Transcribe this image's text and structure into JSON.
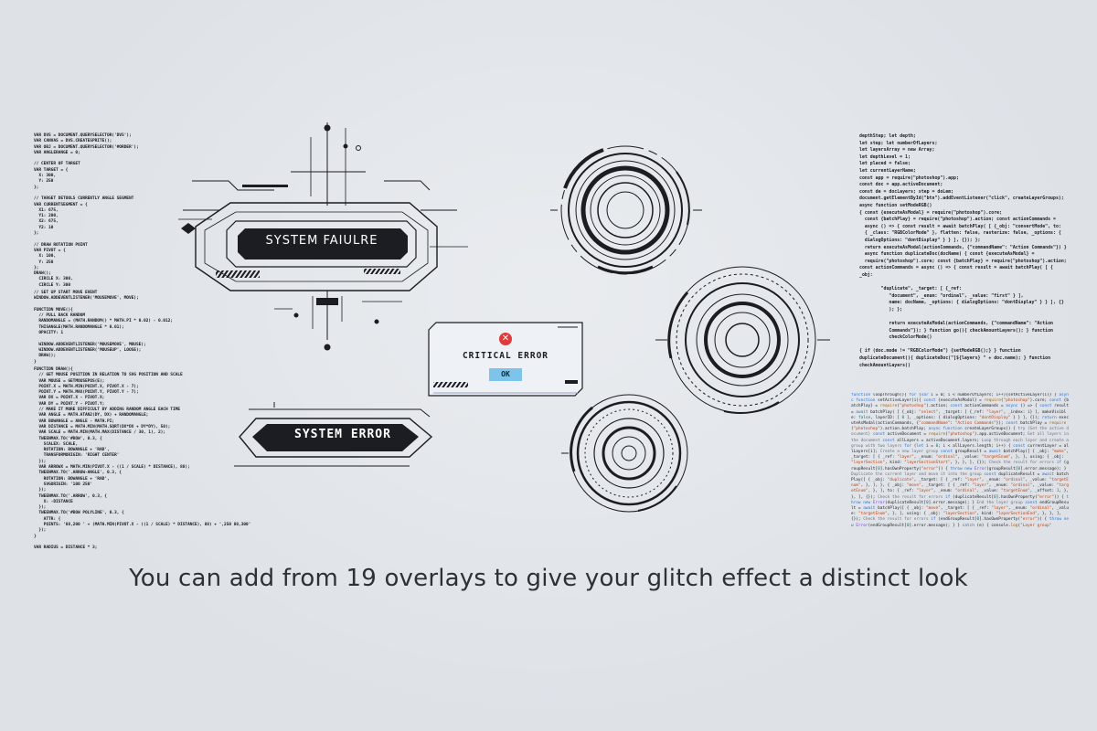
{
  "panels": {
    "system_failure": {
      "label": "SYSTEM FAIULRE"
    },
    "critical_error_dialog": {
      "title": "CRITICAL ERROR",
      "ok_label": "OK",
      "icon": "close-circle-icon",
      "icon_color": "#e03a3a",
      "button_color": "#7cc4ea"
    },
    "system_error": {
      "label": "SYSTEM ERROR"
    }
  },
  "caption": "You can add from 19 overlays to give your glitch effect a distinct look",
  "colors": {
    "background": "#dee2e7",
    "ink": "#1b1d22",
    "text": "#2d3035"
  },
  "code": {
    "left_1": "VAR DVS = DOCUMENT.QUERYSELECTOR('DVS');\nVAR CANVAS = DVS.CREATESPRITE();\nVAR OBJ = DOCUMENT.QUERYSELECTOR('#ORDER');\nVAR ANGLERANGE = 0;\n\n// CENTER OF TARGET\nVAR TARGET = {\n  X: 300,\n  Y: 250\n};\n\n// TARGET DETOOLS CURRENTLY ANGLE SEGMENT\nVAR CURRENTSEGMENT = {\n  X1: 675,\n  Y1: 200,\n  X2: 675,\n  Y2: 10\n};\n\n// DRAW ROTATION POINT\nVAR PIVOT = {\n  X: 100,\n  Y: 250\n};\nDRAW();\n  CIRCLE X: 300,\n  CIRCLE Y: 300\n\n",
    "left_2": "// SET UP START MOVE EVENT\nWINDOW.ADDEVENTLISTENER('MOUSEMOVE', MOVE);\n\nFUNCTION MOVE(){\n  // PULL BACK RANDOM\n  RANDOMANGLE = (MATH.RANDOM() * MATH.PI * 0.02) - 0.012;\n  THISANGLE(MATH.RANDOMANGLE * 0.01);\n  OPACITY: 1\n\n  WINDOW.ADDEVENTLISTENER('MOUSEMOVE', MOUSE);\n  WINDOW.ADDEVENTLISTENER('MOUSEUP', LOOSE);\n  DRAW();\n}",
    "left_3": "FUNCTION DRAW(){\n  // GET MOUSE POSITION IN RELATION TO SVG POSITION AND SCALE\n  VAR MOUSE = GETMOUSEPOS(E);\n  POINT.X = MATH.MIN(POINT.X, PIVOT.X - 7);\n  POINT.Y = MATH.MAX(POINT.Y, PIVOT.Y - 7);\n  VAR DX = POINT.X - PIVOT.X;\n  VAR DY = POINT.Y - PIVOT.Y;\n  // MAKE IT MORE DIFFICULT BY ADDING RANDOM ANGLE EACH TIME\n  VAR ANGLE = MATH.ATAN2(DY, DX) + RANDOMANGLE;\n  VAR BOWANGLE = ANGLE - MATH.PI;\n  VAR DISTANCE = MATH.MIN(MATH.SQRT(DX*DX + DY*DY), 50);\n  VAR SCALE = MATH.MIN(MATH.MAX(DISTANCE / 30, 1), 2);\n  TWEENMAX.TO('#BOW', 0.3, {\n    SCALEX: SCALE,\n    ROTATION: BOWANGLE + 'RAD',\n    TRANSFORMORIGIN: 'RIGHT CENTER'\n  });\n  VAR ARROWX = MATH.MIN(PIVOT.X - ((1 / SCALE) * DISTANCE), 88);\n  TWEENMAX.TO('.ARROW-ANGLE', 0.3, {\n    ROTATION: BOWANGLE + 'RAD',\n    SVGORIGIN: '100 250'\n  });\n  TWEENMAX.TO('.ARROW', 0.3, {\n    X: -DISTANCE\n  });\n  TWEENMAX.TO('#BOW POLYLINE', 0.3, {\n    ATTR: {\n    POINTS: '88,200 ' + (MATH.MIN(PIVOT.X - ((1 / SCALE) * DISTANCE), 88) + ',250 88,300'\n  });\n}\n\nVAR RADIUS = DISTANCE * 3;",
    "right_top": "depthStep; let depth;\nlet step; let numberOfLayers;\nlet layersArray = new Array;\nlet depthLevel = 1;\nlet placed = false;\nlet currentLayerName;\nconst app = require(\"photoshop\").app;\nconst doc = app.activeDocument;\nconst de = docLayers; step = doLem;\ndocument.getElementById(\"btn\").addEventListener(\"click\", createLayerGroups);\nasync function setModeRGB()\n{ const {executeAsModal} = require(\"photoshop\").core;\n  const {batchPlay} = require(\"photoshop\").action; const actionCommands =\n  async () => { const result = await batchPlay( [ {_obj: \"convertMode\", to:\n  { _class: \"RGBColorMode\" }, flatten: false, rasterize: false, _options: {\n  dialogOptions: \"dontDisplay\" } } ], {}); };\n  return executeAsModal(actionCommands, {\"commandName\": \"Action Commands\"}) }\n  async function duplicateDoc(docName) { const {executeAsModal} =\n  require(\"photoshop\").core; const {batchPlay} = require(\"photoshop\").action;\nconst actionCommands = async () => { const result = await batchPlay( [ {\n_obj:\n\n        \"duplicate\", _target: [ {_ref:\n           \"document\", _enum: \"ordinal\", _value: \"first\" } ],\n           name: docName, _options: { dialogOptions: \"dontDisplay\" } } ], {}\n           ); };\n\n           return executeAsModal(actionCommands, {\"commandName\": \"Action\n           Commands\"}); } function go(){ checkAmountLayers(); } function\n           checkColorMode()\n\n{ if (doc.mode != \"RGBColorMode\") {setModeRGB();} } function\nduplicateDocument(){ duplicateDoc(\"[${layers} \" + doc.name); } function\ncheckAmountLayers()"
  }
}
